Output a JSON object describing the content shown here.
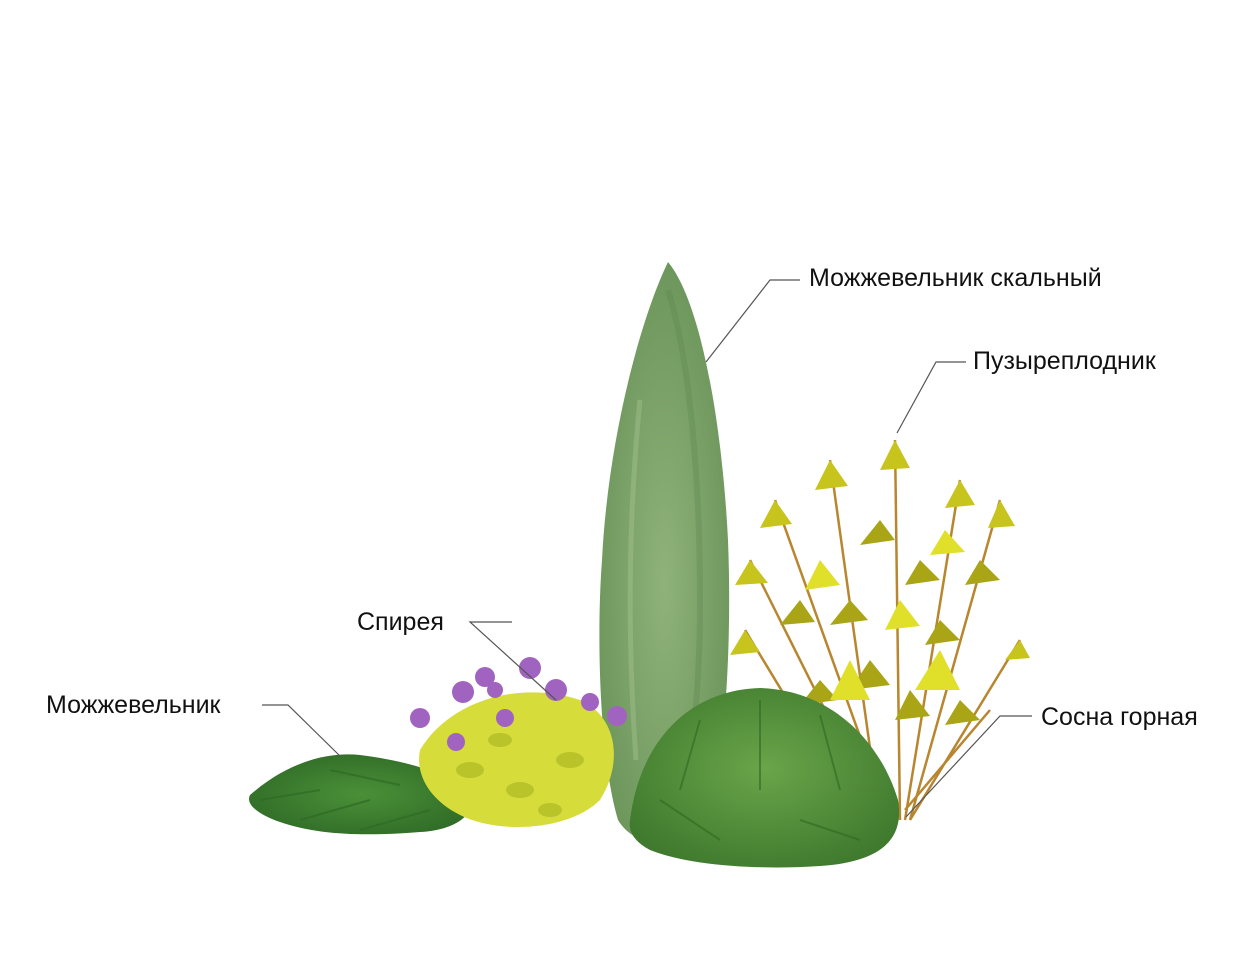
{
  "diagram": {
    "labels": [
      {
        "id": "juniper-rock",
        "text": "Можжевельник скальный"
      },
      {
        "id": "physocarpus",
        "text": "Пузыреплодник"
      },
      {
        "id": "spiraea",
        "text": "Спирея"
      },
      {
        "id": "juniper",
        "text": "Можжевельник"
      },
      {
        "id": "mountain-pine",
        "text": "Сосна горная"
      }
    ],
    "colors": {
      "juniper_rock": "#7fa36a",
      "juniper_rock_dark": "#5d8650",
      "juniper": "#3f7f32",
      "spiraea_leaf": "#d6dc3a",
      "spiraea_flower": "#a064c0",
      "physocarpus_leaf": "#c8c41e",
      "physocarpus_leaf_dark": "#9e9a12",
      "physocarpus_stem": "#b8862e",
      "mountain_pine": "#4e8a3a",
      "leader_line": "#555555"
    }
  }
}
